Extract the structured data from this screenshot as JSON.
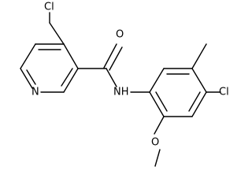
{
  "molecule": {
    "atoms": {
      "cl_pyridine": "Cl",
      "n_pyridine": "N",
      "o_carbonyl": "O",
      "n_amide": "NH",
      "cl_aryl": "Cl",
      "o_methoxy": "O"
    }
  }
}
